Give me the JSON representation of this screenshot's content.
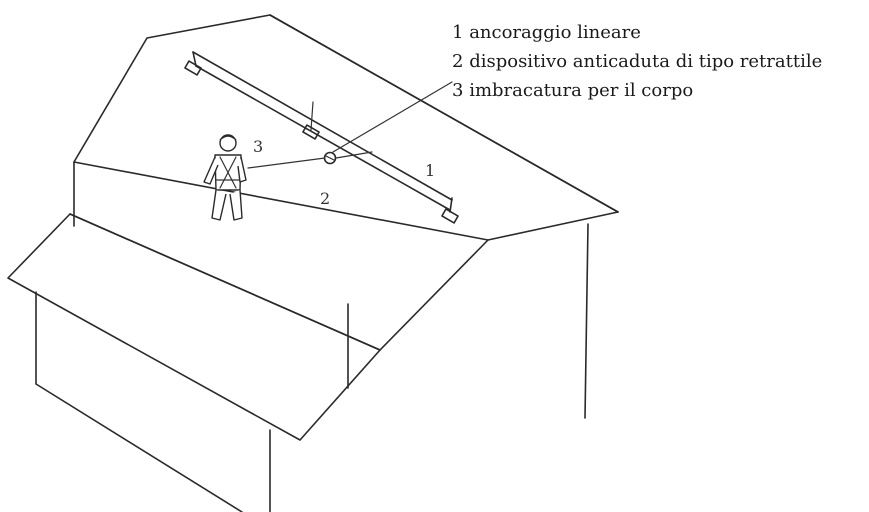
{
  "legend": [
    {
      "number": "1",
      "text": "ancoraggio lineare"
    },
    {
      "number": "2",
      "text": "dispositivo anticaduta di tipo retrattile"
    },
    {
      "number": "3",
      "text": "imbracatura per il corpo"
    }
  ],
  "callouts": {
    "one": "1",
    "two": "2",
    "three": "3"
  }
}
